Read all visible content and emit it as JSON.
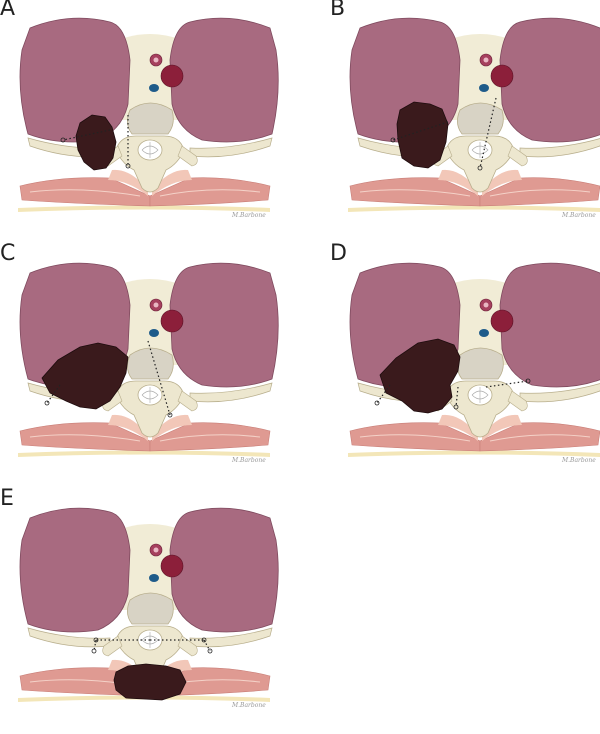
{
  "figure": {
    "panels": [
      {
        "label": "A",
        "signature": "M.Barbone",
        "variant": "a"
      },
      {
        "label": "B",
        "signature": "M.Barbone",
        "variant": "b"
      },
      {
        "label": "C",
        "signature": "M.Barbone",
        "variant": "c"
      },
      {
        "label": "D",
        "signature": "M.Barbone",
        "variant": "d"
      },
      {
        "label": "E",
        "signature": "M.Barbone",
        "variant": "e"
      }
    ]
  },
  "colors": {
    "lung": "#a86a80",
    "lung_edge": "#7f4a5e",
    "bone": "#ede7cf",
    "bone_edge": "#b8ae8c",
    "vertebral_body": "#d8d3c5",
    "muscle": "#df9a92",
    "muscle_light": "#f2c7b8",
    "fascia": "#f3e6b8",
    "aorta": "#8c1f3a",
    "esophagus": "#a6405e",
    "azygos": "#1e5b8a",
    "tumor": "#3a1a1c"
  }
}
